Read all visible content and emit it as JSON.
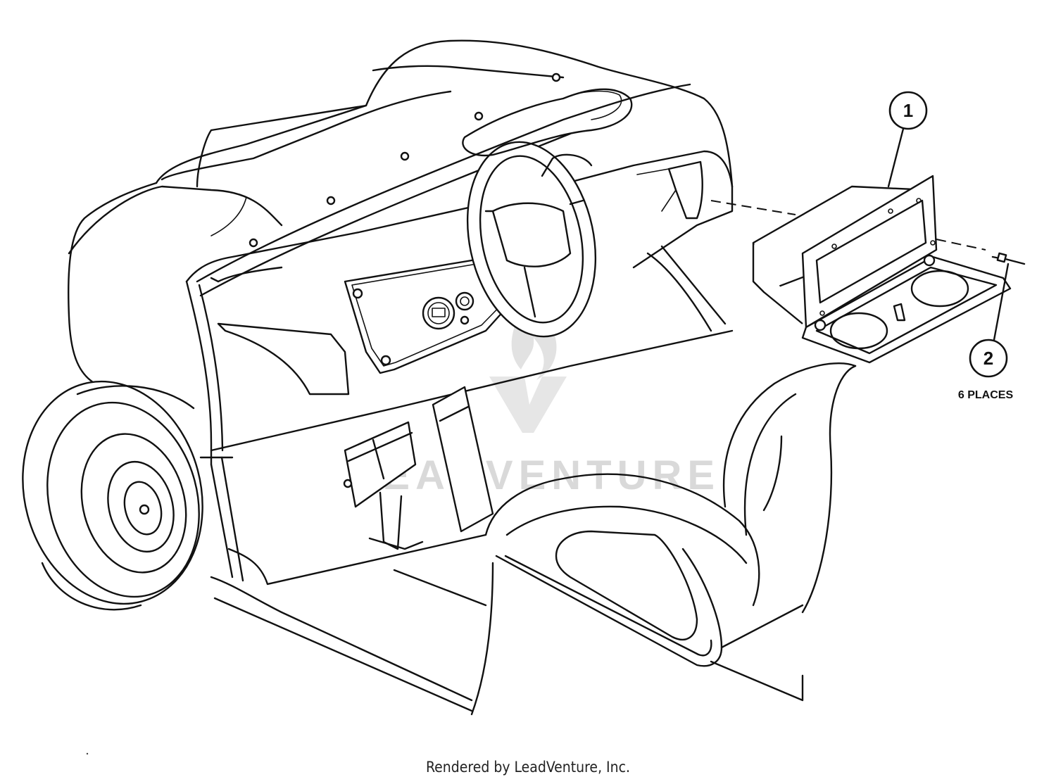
{
  "callouts": [
    {
      "number": "1"
    },
    {
      "number": "2",
      "note": "6 PLACES"
    }
  ],
  "watermark": {
    "text": "LEADVENTURE"
  },
  "footer": {
    "text": "Rendered by LeadVenture, Inc."
  }
}
